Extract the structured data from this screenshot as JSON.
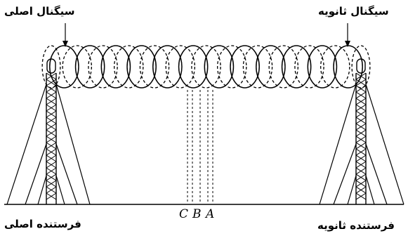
{
  "labels": {
    "primary_signal": "سیگنال اصلی",
    "secondary_signal": "سیگنال ثانویه",
    "primary_transmitter": "فرستنده اصلی",
    "secondary_transmitter": "فرستنده ثانویه"
  },
  "points": [
    "C",
    "B",
    "A"
  ],
  "colors": {
    "ink": "#000000"
  },
  "loops": 12
}
